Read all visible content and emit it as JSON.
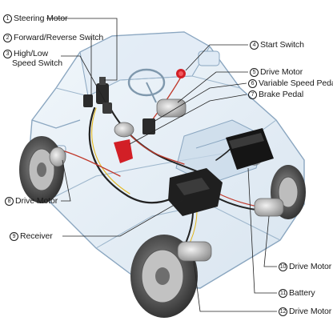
{
  "labels": [
    {
      "id": "steering-motor",
      "num": "1",
      "text": "Steering Motor"
    },
    {
      "id": "forward-reverse-switch",
      "num": "2",
      "text": "Forward/Reverse Switch"
    },
    {
      "id": "high-low-speed-switch",
      "num": "3",
      "text": "High/Low",
      "text2": "Speed Switch"
    },
    {
      "id": "start-switch",
      "num": "4",
      "text": "Start Switch"
    },
    {
      "id": "drive-motor-5",
      "num": "5",
      "text": "Drive Motor"
    },
    {
      "id": "variable-speed-pedal",
      "num": "6",
      "text": "Variable Speed Pedal"
    },
    {
      "id": "brake-pedal",
      "num": "7",
      "text": "Brake Pedal"
    },
    {
      "id": "drive-motor-8",
      "num": "8",
      "text": "Drive Motor"
    },
    {
      "id": "receiver",
      "num": "9",
      "text": "Receiver"
    },
    {
      "id": "drive-motor-10",
      "num": "10",
      "text": "Drive Motor"
    },
    {
      "id": "battery",
      "num": "11",
      "text": "Battery"
    },
    {
      "id": "drive-motor-12",
      "num": "12",
      "text": "Drive Motor"
    }
  ],
  "colors": {
    "body_tint": "#cfe0ef",
    "outline": "#8aa6c0",
    "wheel_dark": "#3e3e3e",
    "wire_red": "#c0392b",
    "wire_yellow": "#e3b71d",
    "button_red": "#d21f26",
    "leader": "#222222"
  }
}
